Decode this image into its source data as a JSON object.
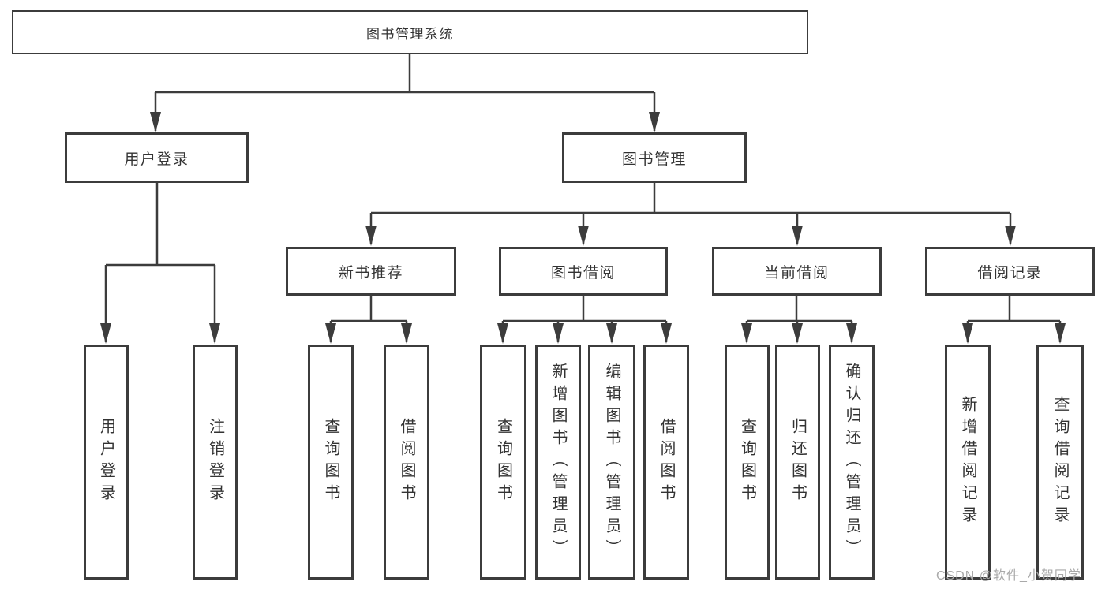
{
  "diagram": {
    "title": "图书管理系统",
    "type": "hierarchy",
    "colors": {
      "line": "#3c3c3c",
      "box_border": "#3c3c3c",
      "box_fill": "#ffffff",
      "text": "#333333",
      "background": "#ffffff",
      "watermark": "#a9a9a9"
    },
    "root": {
      "label": "图书管理系统"
    },
    "branches": [
      {
        "label": "用户登录",
        "children": [
          {
            "label": "用户登录"
          },
          {
            "label": "注销登录"
          }
        ]
      },
      {
        "label": "图书管理",
        "children": [
          {
            "label": "新书推荐",
            "children": [
              {
                "label": "查询图书"
              },
              {
                "label": "借阅图书"
              }
            ]
          },
          {
            "label": "图书借阅",
            "children": [
              {
                "label": "查询图书"
              },
              {
                "label": "新增图书（管理员）"
              },
              {
                "label": "编辑图书（管理员）"
              },
              {
                "label": "借阅图书"
              }
            ]
          },
          {
            "label": "当前借阅",
            "children": [
              {
                "label": "查询图书"
              },
              {
                "label": "归还图书"
              },
              {
                "label": "确认归还（管理员）"
              }
            ]
          },
          {
            "label": "借阅记录",
            "children": [
              {
                "label": "新增借阅记录"
              },
              {
                "label": "查询借阅记录"
              }
            ]
          }
        ]
      }
    ]
  },
  "watermark": {
    "text": "CSDN @软件_小贺同学"
  }
}
